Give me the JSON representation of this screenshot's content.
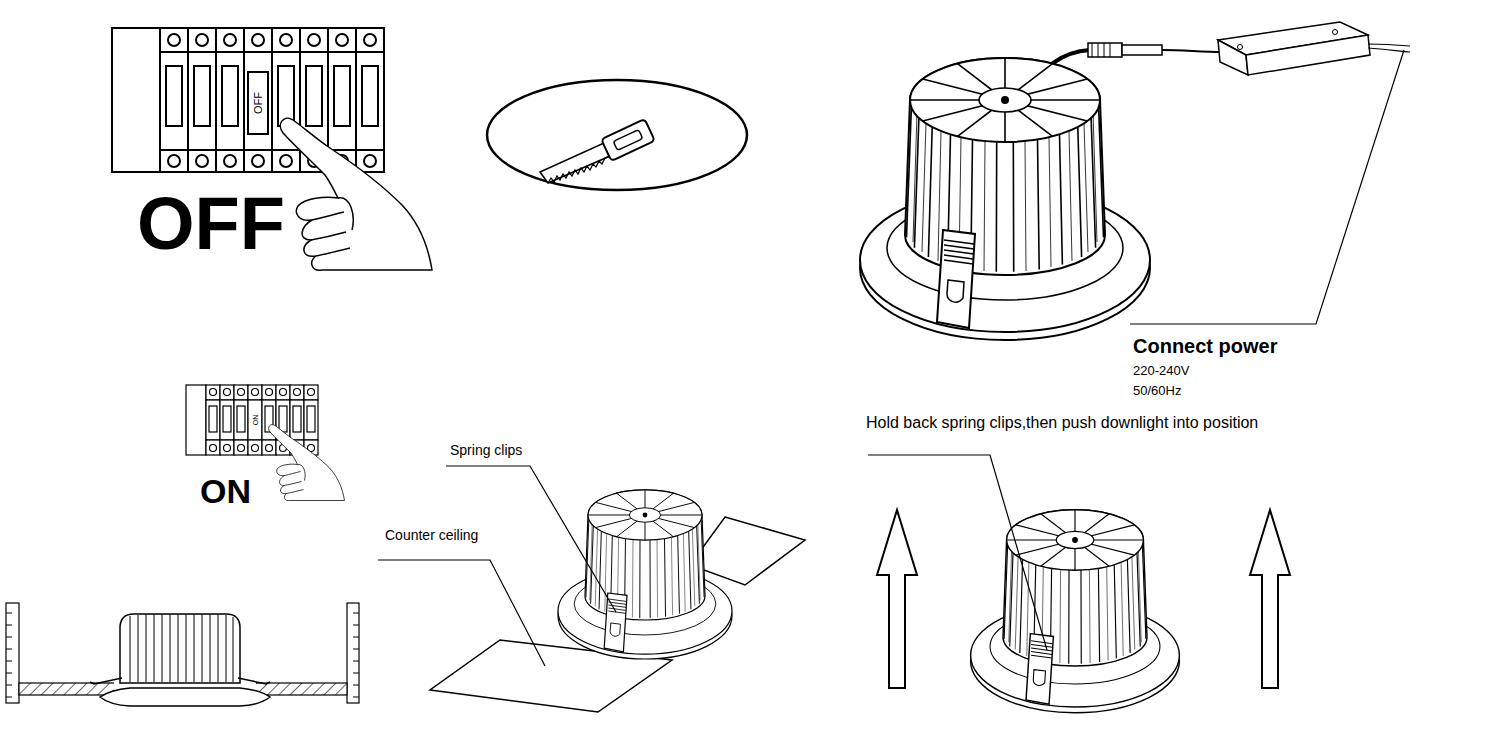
{
  "diagram": {
    "labels": [
      "OFF",
      "OFF",
      "Connect power",
      "220-240V",
      "50/60Hz",
      "Hold back spring clips,then push downlight into position",
      "ON",
      "ON",
      "Spring clips",
      "Counter ceiling"
    ]
  }
}
